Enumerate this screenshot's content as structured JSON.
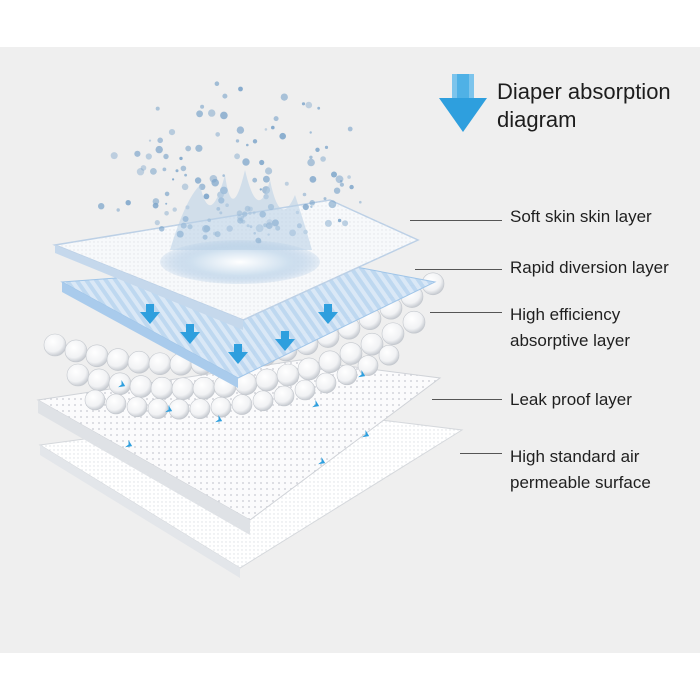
{
  "title": {
    "line1": "Diaper absorption",
    "line2": "diagram"
  },
  "colors": {
    "arrow": "#2e9fde",
    "background": "#efefef",
    "text": "#1f1f1f"
  },
  "icons": [
    "down-arrow-icon"
  ],
  "layers": [
    {
      "lines": [
        "Soft skin skin layer"
      ]
    },
    {
      "lines": [
        "Rapid diversion layer"
      ]
    },
    {
      "lines": [
        "High efficiency",
        "absorptive layer"
      ]
    },
    {
      "lines": [
        "Leak proof layer"
      ]
    },
    {
      "lines": [
        "High standard air",
        "permeable surface"
      ]
    }
  ]
}
